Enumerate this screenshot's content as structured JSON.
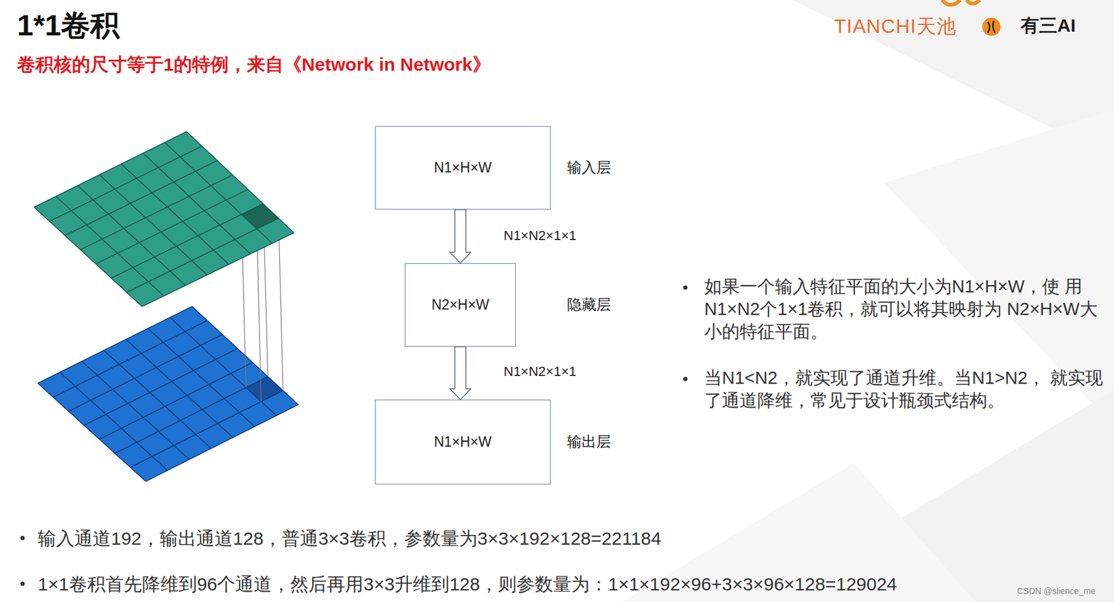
{
  "diagram": {
    "title": "1*1卷积",
    "nodes": [
      {
        "text": [
          "N1×H×W",
          "输入层"
        ]
      },
      {
        "text": [
          "N2×H×W",
          "隐藏层"
        ]
      },
      {
        "text": [
          "N1×H×W",
          "输出层"
        ]
      }
    ],
    "edges": [
      {
        "from": 0,
        "to": 1,
        "arrow": "to",
        "label": "N1×N2×1×1"
      },
      {
        "from": 1,
        "to": 2,
        "arrow": "to",
        "label": "N1×N2×1×1"
      }
    ],
    "labels": [
      "卷积核的尺寸等于1的特例，来自《Network in Network》",
      "TIANCHI天池",
      "有三AI",
      "如果一个输入特征平面的大小为N1×H×W，使 用N1×N2个1×1卷积，就可以将其映射为 N2×H×W大小的特征平面。",
      "当N1<N2，就实现了通道升维。当N1>N2， 就实现了通道降维，常见于设计瓶颈式结构。",
      "输入通道192，输出通道128，普通3×3卷积，参数量为3×3×192×128=221184",
      "1×1卷积首先降维到96个通道，然后再用3×3升维到128，则参数量为：1×1×192×96+3×3×96×128=129024",
      "CSDN @slience_me"
    ]
  }
}
